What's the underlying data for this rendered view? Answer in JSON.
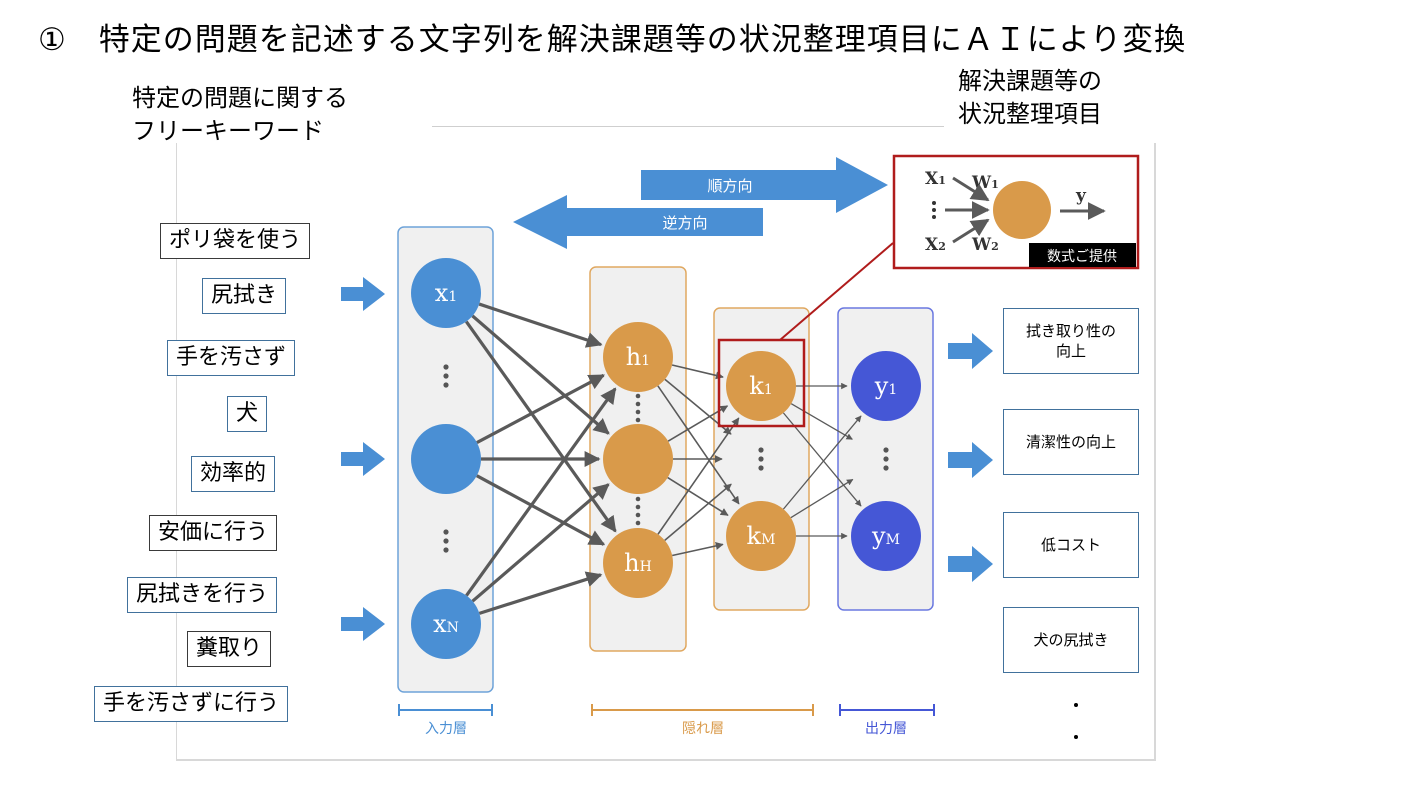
{
  "title": "①　特定の問題を記述する文字列を解決課題等の状況整理項目にＡＩにより変換",
  "input_header": "特定の問題に関する\nフリーキーワード",
  "output_header": "解決課題等の\n状況整理項目",
  "keywords": [
    {
      "text": "ポリ袋を使う"
    },
    {
      "text": "尻拭き"
    },
    {
      "text": "手を汚さず"
    },
    {
      "text": "犬"
    },
    {
      "text": "効率的"
    },
    {
      "text": "安価に行う"
    },
    {
      "text": "尻拭きを行う"
    },
    {
      "text": "糞取り"
    },
    {
      "text": "手を汚さずに行う"
    }
  ],
  "outputs": [
    {
      "text": "拭き取り性の\n向上"
    },
    {
      "text": "清潔性の向上"
    },
    {
      "text": "低コスト"
    },
    {
      "text": "犬の尻拭き"
    }
  ],
  "network": {
    "forward_label": "順方向",
    "backward_label": "逆方向",
    "input_nodes": [
      "x",
      "",
      "x"
    ],
    "input_subs": [
      "1",
      "",
      "N"
    ],
    "hidden1_nodes": [
      "h",
      "",
      "h"
    ],
    "hidden1_subs": [
      "1",
      "",
      "H"
    ],
    "hidden2_nodes": [
      "k",
      "k"
    ],
    "hidden2_subs": [
      "1",
      "M"
    ],
    "output_nodes": [
      "y",
      "y"
    ],
    "output_subs": [
      "1",
      "M"
    ],
    "layer_labels": {
      "input": "入力層",
      "hidden": "隠れ層",
      "output": "出力層"
    },
    "inset": {
      "x1": "X",
      "x1_sub": "1",
      "x2": "X",
      "x2_sub": "2",
      "w1": "W",
      "w1_sub": "1",
      "w2": "W",
      "w2_sub": "2",
      "y": "y",
      "caption": "数式ご提供"
    },
    "colors": {
      "input": "#4a8fd4",
      "hidden": "#d99a4a",
      "output": "#4557d6",
      "arrow": "#4a8fd4",
      "highlight": "#b01c1c",
      "edge": "#5a5a5a"
    }
  }
}
